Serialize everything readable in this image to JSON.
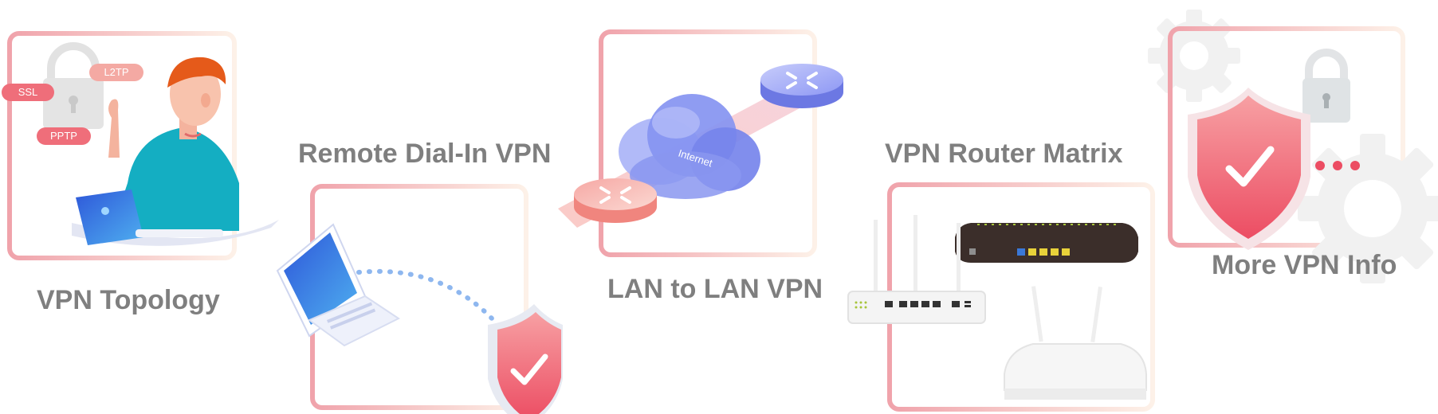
{
  "cards": [
    {
      "id": "vpn-topology",
      "label": "VPN Topology",
      "badges": [
        "SSL",
        "L2TP",
        "PPTP"
      ]
    },
    {
      "id": "remote-dial-in",
      "label": "Remote Dial-In VPN"
    },
    {
      "id": "lan-to-lan",
      "label": "LAN to LAN VPN",
      "cloud_label": "Internet"
    },
    {
      "id": "router-matrix",
      "label": "VPN Router Matrix"
    },
    {
      "id": "more-info",
      "label": "More VPN Info"
    }
  ],
  "colors": {
    "frame_start": "#f0a3ab",
    "frame_end": "#fdf1e8",
    "label": "#7f7f7f",
    "accent_red": "#ef6a76",
    "cloud_blue": "#7e8cf2",
    "teal": "#1ab1c4"
  },
  "icons": [
    "padlock-icon",
    "person-laptop-illustration",
    "laptop-icon",
    "shield-check-icon",
    "router-icon",
    "cloud-icon",
    "gear-icon"
  ]
}
